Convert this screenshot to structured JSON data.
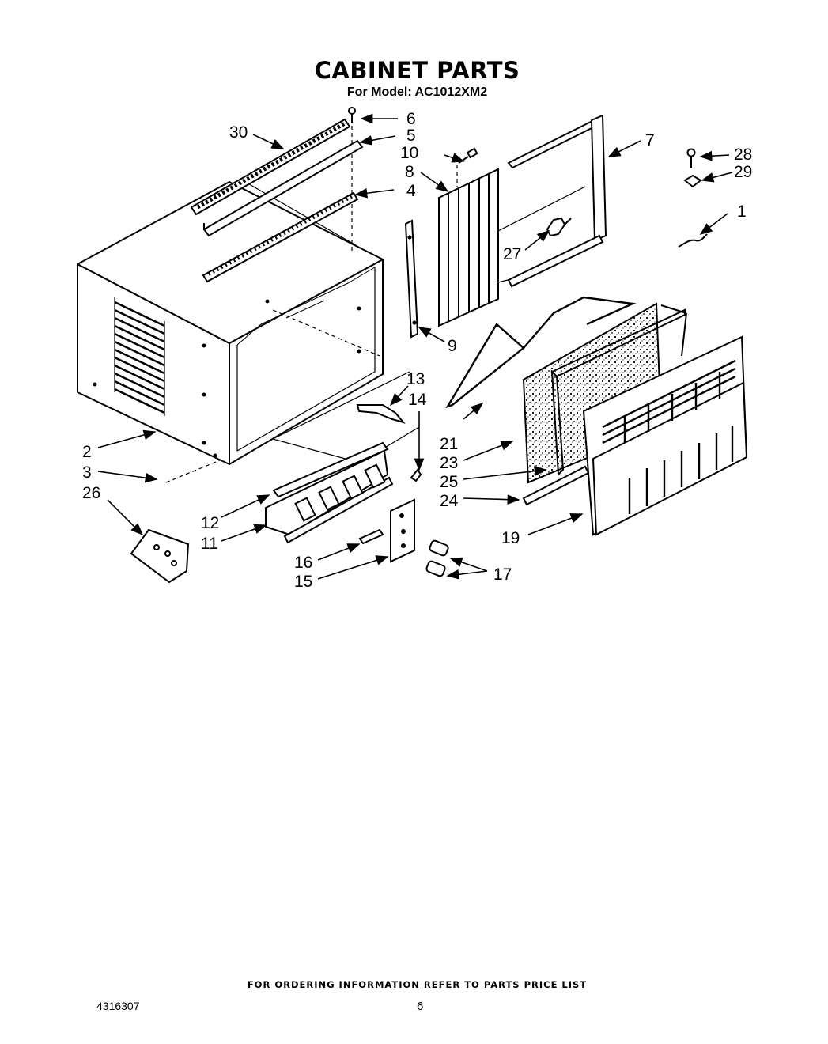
{
  "header": {
    "title": "CABINET PARTS",
    "model_line": "For Model: AC1012XM2"
  },
  "callouts": [
    "1",
    "2",
    "3",
    "4",
    "5",
    "6",
    "7",
    "8",
    "9",
    "10",
    "11",
    "12",
    "13",
    "14",
    "15",
    "16",
    "17",
    "19",
    "21",
    "23",
    "24",
    "25",
    "26",
    "27",
    "28",
    "29",
    "30"
  ],
  "footer": {
    "ordering_note": "FOR ORDERING INFORMATION REFER TO PARTS PRICE LIST",
    "document_number": "4316307",
    "page_number": "6"
  }
}
